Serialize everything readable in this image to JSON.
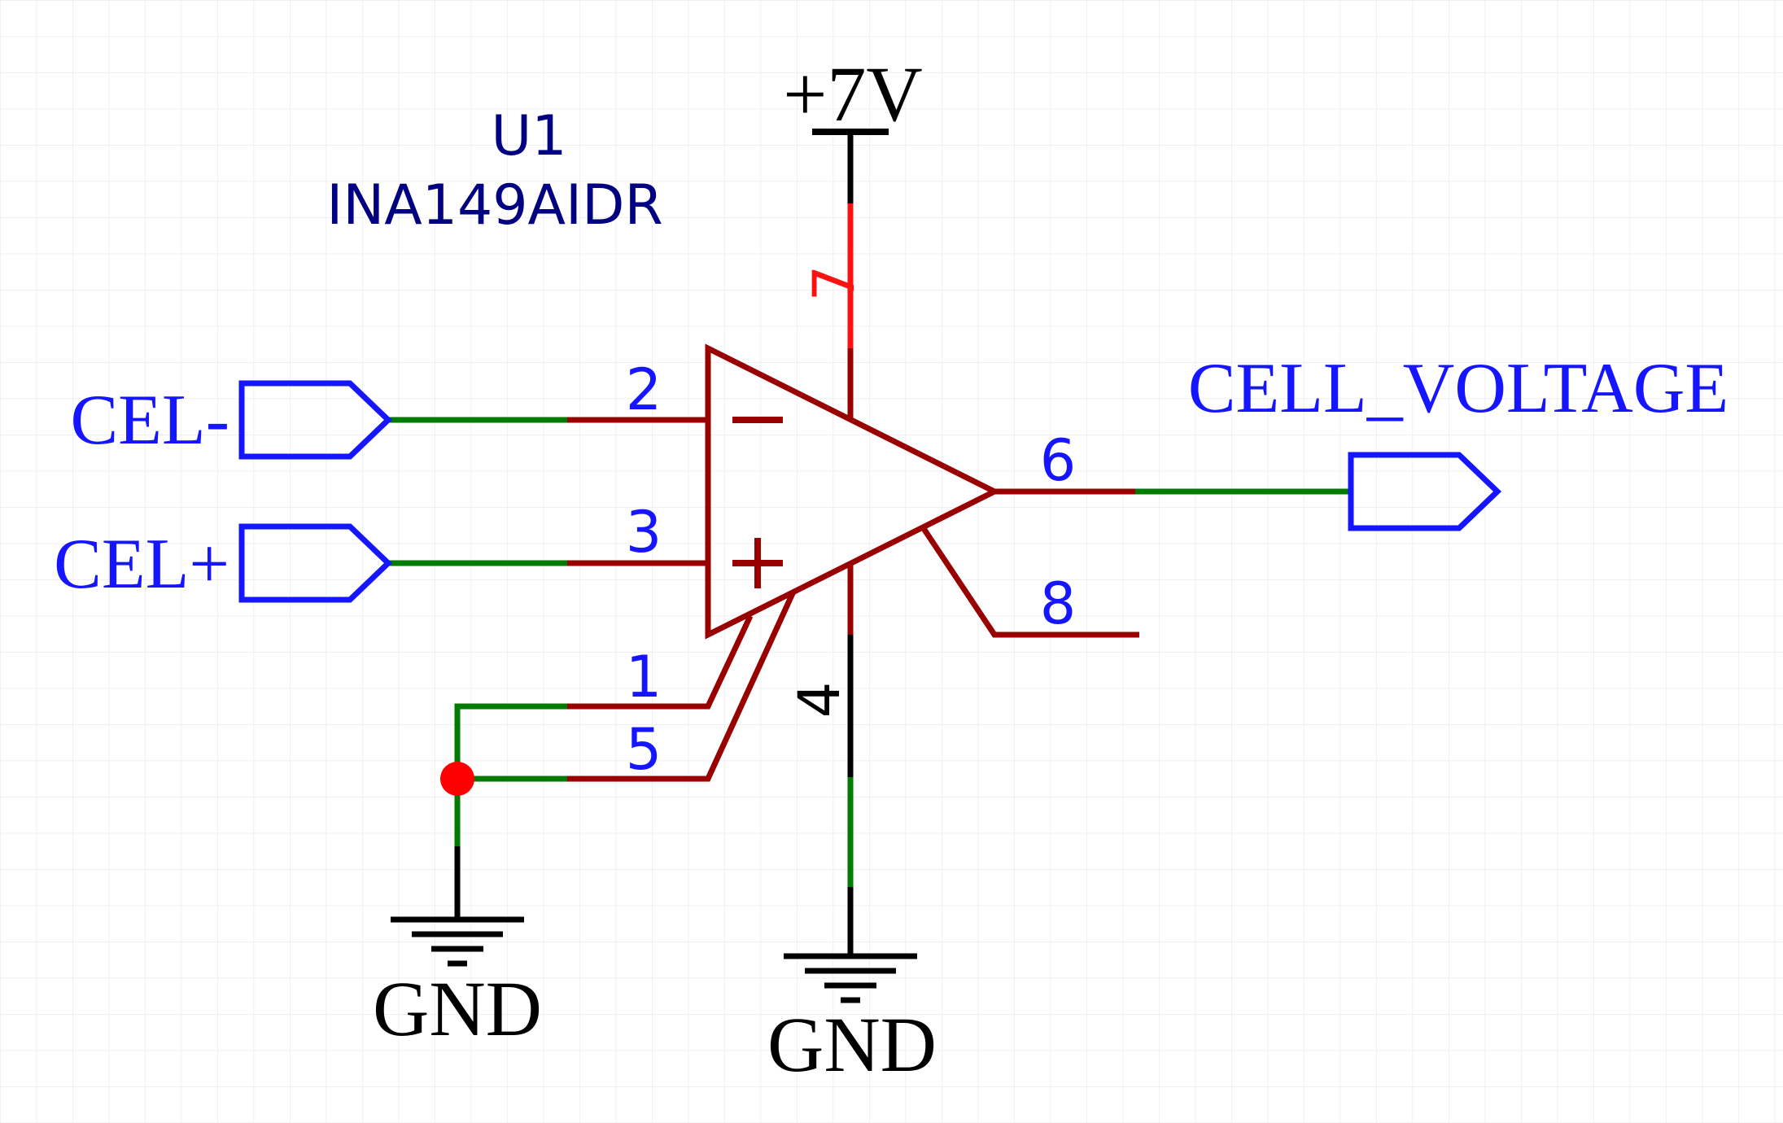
{
  "component": {
    "designator": "U1",
    "part_number": "INA149AIDR",
    "pins": {
      "inv_input": "2",
      "noninv_input": "3",
      "ref_a": "1",
      "ref_b": "5",
      "vs_pos": "7",
      "vs_neg": "4",
      "output": "6",
      "nc": "8"
    },
    "symbol_minus": "−",
    "symbol_plus": "+"
  },
  "ports": {
    "in_neg": "CEL-",
    "in_pos": "CEL+",
    "out": "CELL_VOLTAGE"
  },
  "power": {
    "supply": "+7V",
    "gnd_left": "GND",
    "gnd_right": "GND"
  },
  "colors": {
    "component": "#990000",
    "wire": "#007a00",
    "port": "#1515ff",
    "power_pin": "#ff1111",
    "power_symbol": "#000000",
    "designator_text": "#000080",
    "junction": "#ff0000",
    "grid": "#ebebeb"
  }
}
